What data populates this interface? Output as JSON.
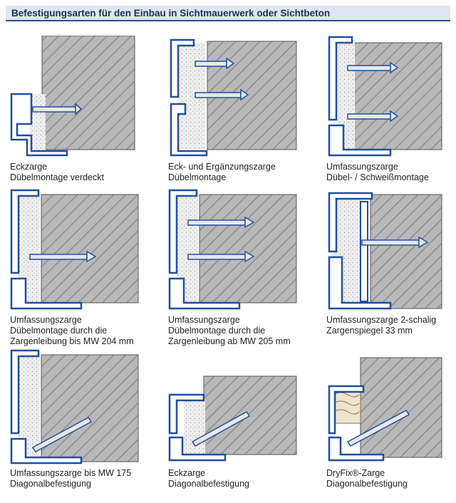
{
  "title": "Befestigungsarten für den Einbau in Sichtmauerwerk oder Sichtbeton",
  "colors": {
    "frame": "#1f4fa0",
    "concrete": "#b5b5b5",
    "hatch": "#8a8a8a",
    "plaster": "#ececec",
    "anchor": "#e8e8e8",
    "header_bg": "#dfe6f1"
  },
  "items": [
    {
      "line1": "Eckzarge",
      "line2": "Dübelmontage verdeckt"
    },
    {
      "line1": "Eck- und Ergänzungszarge",
      "line2": "Dübelmontage"
    },
    {
      "line1": "Umfassungszarge",
      "line2": "Dübel- / Schweißmontage"
    },
    {
      "line1": "Umfassungszarge",
      "line2": "Dübelmontage durch die",
      "line3": "Zargenleibung bis MW 204 mm"
    },
    {
      "line1": "Umfassungszarge",
      "line2": "Dübelmontage durch die",
      "line3": "Zargenleibung ab MW 205 mm"
    },
    {
      "line1": "Umfassungszarge 2-schalig",
      "line2": "Zargenspiegel 33 mm"
    },
    {
      "line1": "Umfassungszarge bis MW 175",
      "line2": "Diagonalbefestigung"
    },
    {
      "line1": "Eckzarge",
      "line2": "Diagonalbefestigung"
    },
    {
      "line1": "DryFix®-Zarge",
      "line2": "Diagonalbefestigung"
    }
  ]
}
